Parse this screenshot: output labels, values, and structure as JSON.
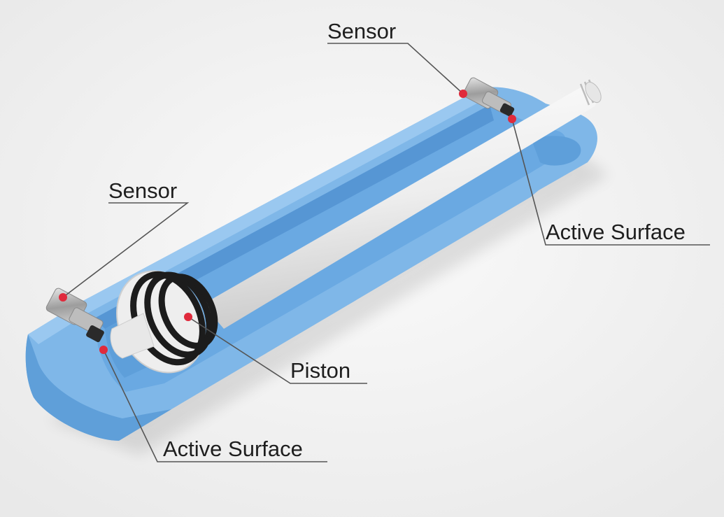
{
  "labels": {
    "sensor_top": "Sensor",
    "sensor_left": "Sensor",
    "active_surface_right": "Active Surface",
    "piston": "Piston",
    "active_surface_bottom": "Active Surface"
  },
  "colors": {
    "background": "#f3f3f3",
    "body_blue": "#7fb7e8",
    "rod_white": "#efefef",
    "seal_black": "#1c1c1c",
    "marker_red": "#e02a3c",
    "leader_line": "#555555"
  }
}
